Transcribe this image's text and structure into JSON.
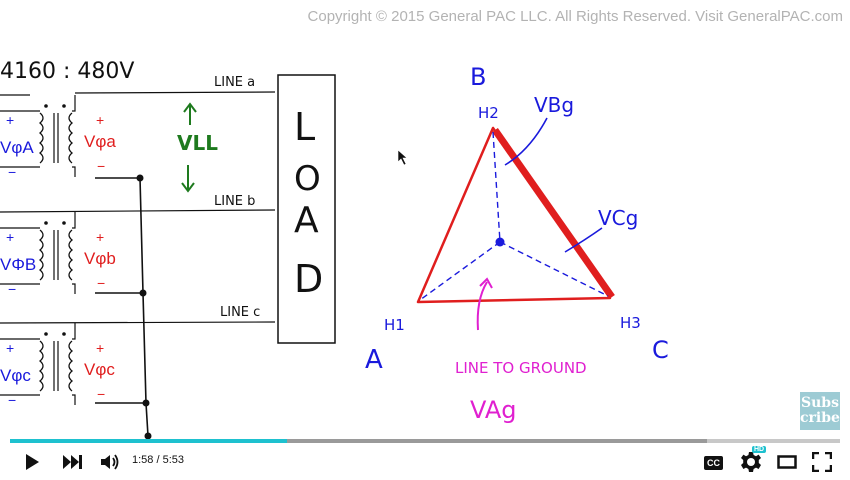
{
  "overlay": {
    "copyright": "Copyright © 2015 General PAC LLC. All Rights Reserved. Visit GeneralPAC.com",
    "subscribe_line1": "Subs",
    "subscribe_line2": "cribe"
  },
  "whiteboard": {
    "ratio": "4160 : 480V",
    "lines": [
      "LINE a",
      "LINE b",
      "LINE c"
    ],
    "load_letters": [
      "L",
      "O",
      "A",
      "D"
    ],
    "vll_label": "VLL",
    "primary_labels": [
      "VφA",
      "VΦB",
      "Vφc"
    ],
    "secondary_labels": [
      "Vφa",
      "Vφb",
      "Vφc"
    ],
    "plus": "+",
    "minus": "−",
    "vertex_b": "B",
    "vertex_a": "A",
    "vertex_c": "C",
    "h1": "H1",
    "h2": "H2",
    "h3": "H3",
    "vbg": "VBg",
    "vcg": "VCg",
    "line_to_ground": "LINE TO GROUND",
    "vag": "VAg"
  },
  "player": {
    "current_time": "1:58",
    "duration": "5:53",
    "time_separator": " / ",
    "played_fraction": 0.334,
    "buffered_fraction": 0.84,
    "hd_badge": "HD",
    "cc_label": "CC"
  },
  "icons": {
    "play": "play-icon",
    "next": "next-icon",
    "volume": "volume-icon",
    "captions": "captions-icon",
    "settings": "gear-icon",
    "theater": "theater-mode-icon",
    "fullscreen": "fullscreen-icon"
  },
  "colors": {
    "progress_played": "#1ec1cf",
    "ink_black": "#111111",
    "ink_blue": "#1a1adc",
    "ink_red": "#e01e1e",
    "ink_green": "#1e7a1e",
    "ink_magenta": "#e020d0",
    "subscribe_bg": "#9dcbd4"
  }
}
